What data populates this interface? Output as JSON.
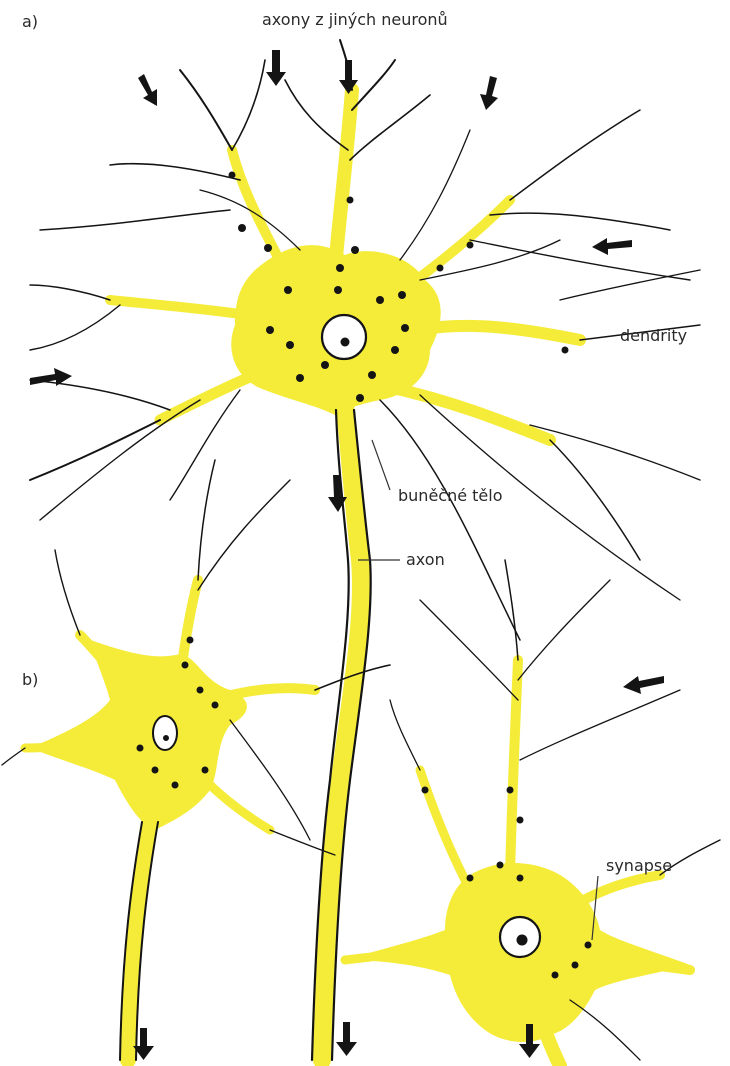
{
  "figure": {
    "panel_a": "a)",
    "panel_b": "b)",
    "title": "axony z jiných neuronů",
    "labels": {
      "dendrites": "dendrity",
      "cell_body": "buněčné tělo",
      "axon": "axon",
      "synapse": "synapse"
    }
  },
  "colors": {
    "cell": "#f5ec3a",
    "ink": "#141414",
    "background": "#ffffff"
  }
}
